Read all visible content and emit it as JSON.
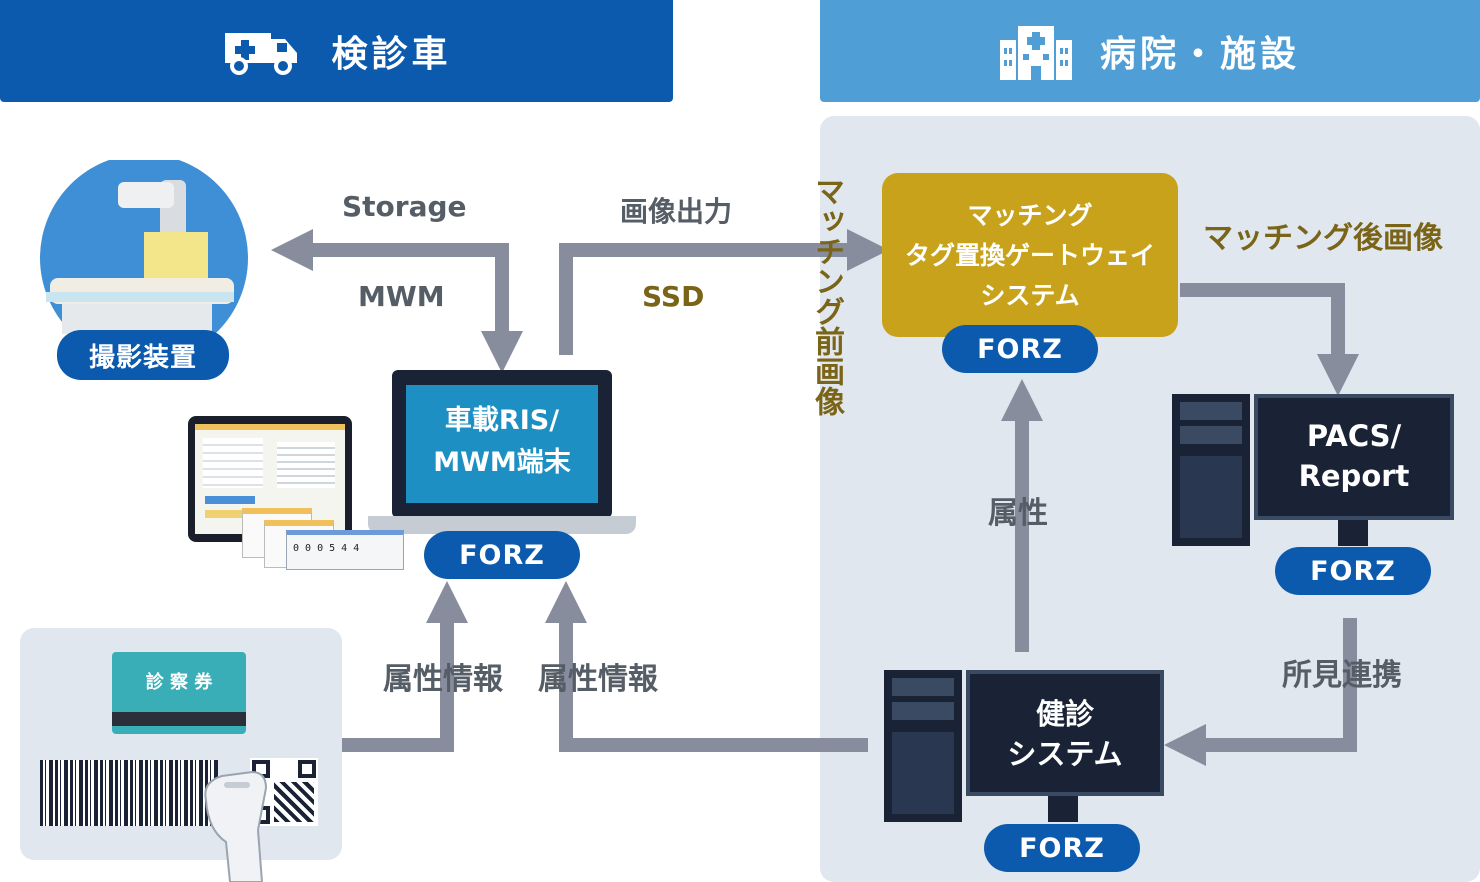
{
  "header": {
    "left_title": "検診車",
    "right_title": "病院・施設"
  },
  "nodes": {
    "modality": {
      "label": "撮影装置"
    },
    "ris_terminal": {
      "line1": "車載RIS/",
      "line2": "MWM端末",
      "badge": "FORZ"
    },
    "gateway": {
      "line1": "マッチング",
      "line2": "タグ置換ゲートウェイ",
      "line3": "システム",
      "badge": "FORZ"
    },
    "pacs": {
      "line1": "PACS/",
      "line2": "Report",
      "badge": "FORZ"
    },
    "checkup_system": {
      "line1": "健診",
      "line2": "システム",
      "badge": "FORZ"
    },
    "card": {
      "label": "診 察 券"
    }
  },
  "edges": {
    "storage": "Storage",
    "mwm": "MWM",
    "image_output": "画像出力",
    "ssd": "SSD",
    "pre_matching_image": "マッチング前画像",
    "post_matching_image": "マッチング後画像",
    "attribute": "属性",
    "attr_info_left": "属性情報",
    "attr_info_right": "属性情報",
    "findings_link": "所見連携"
  },
  "terminal_ui": {
    "counter": "0 0 0 5 4 4"
  },
  "colors": {
    "navy": "#0b5aad",
    "sky": "#4f9fd6",
    "gold": "#c9a21c",
    "arrow": "#878d9d",
    "monitor": "#1a2335",
    "screen_blue": "#1e8fc3",
    "teal": "#3aaeb6"
  }
}
